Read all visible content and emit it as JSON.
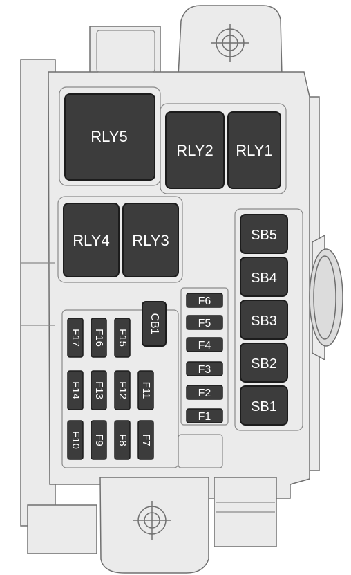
{
  "relays": [
    {
      "id": "rly5",
      "label": "RLY5"
    },
    {
      "id": "rly2",
      "label": "RLY2"
    },
    {
      "id": "rly1",
      "label": "RLY1"
    },
    {
      "id": "rly4",
      "label": "RLY4"
    },
    {
      "id": "rly3",
      "label": "RLY3"
    }
  ],
  "sb_fuses": [
    {
      "id": "sb5",
      "label": "SB5"
    },
    {
      "id": "sb4",
      "label": "SB4"
    },
    {
      "id": "sb3",
      "label": "SB3"
    },
    {
      "id": "sb2",
      "label": "SB2"
    },
    {
      "id": "sb1",
      "label": "SB1"
    }
  ],
  "circuit_breaker": {
    "id": "cb1",
    "label": "CB1"
  },
  "mini_fuses_horizontal": [
    {
      "id": "f6",
      "label": "F6"
    },
    {
      "id": "f5",
      "label": "F5"
    },
    {
      "id": "f4",
      "label": "F4"
    },
    {
      "id": "f3",
      "label": "F3"
    },
    {
      "id": "f2",
      "label": "F2"
    },
    {
      "id": "f1",
      "label": "F1"
    }
  ],
  "mini_fuses_vertical": [
    {
      "id": "f17",
      "label": "F17"
    },
    {
      "id": "f16",
      "label": "F16"
    },
    {
      "id": "f15",
      "label": "F15"
    },
    {
      "id": "f14",
      "label": "F14"
    },
    {
      "id": "f13",
      "label": "F13"
    },
    {
      "id": "f12",
      "label": "F12"
    },
    {
      "id": "f11",
      "label": "F11"
    },
    {
      "id": "f10",
      "label": "F10"
    },
    {
      "id": "f9",
      "label": "F9"
    },
    {
      "id": "f8",
      "label": "F8"
    },
    {
      "id": "f7",
      "label": "F7"
    }
  ],
  "colors": {
    "housing": "#e9e9e9",
    "housing_outline": "#6e6e6e",
    "component_fill": "#3c3c3c",
    "component_outline": "#1c1c1c",
    "label_text": "#ffffff"
  }
}
